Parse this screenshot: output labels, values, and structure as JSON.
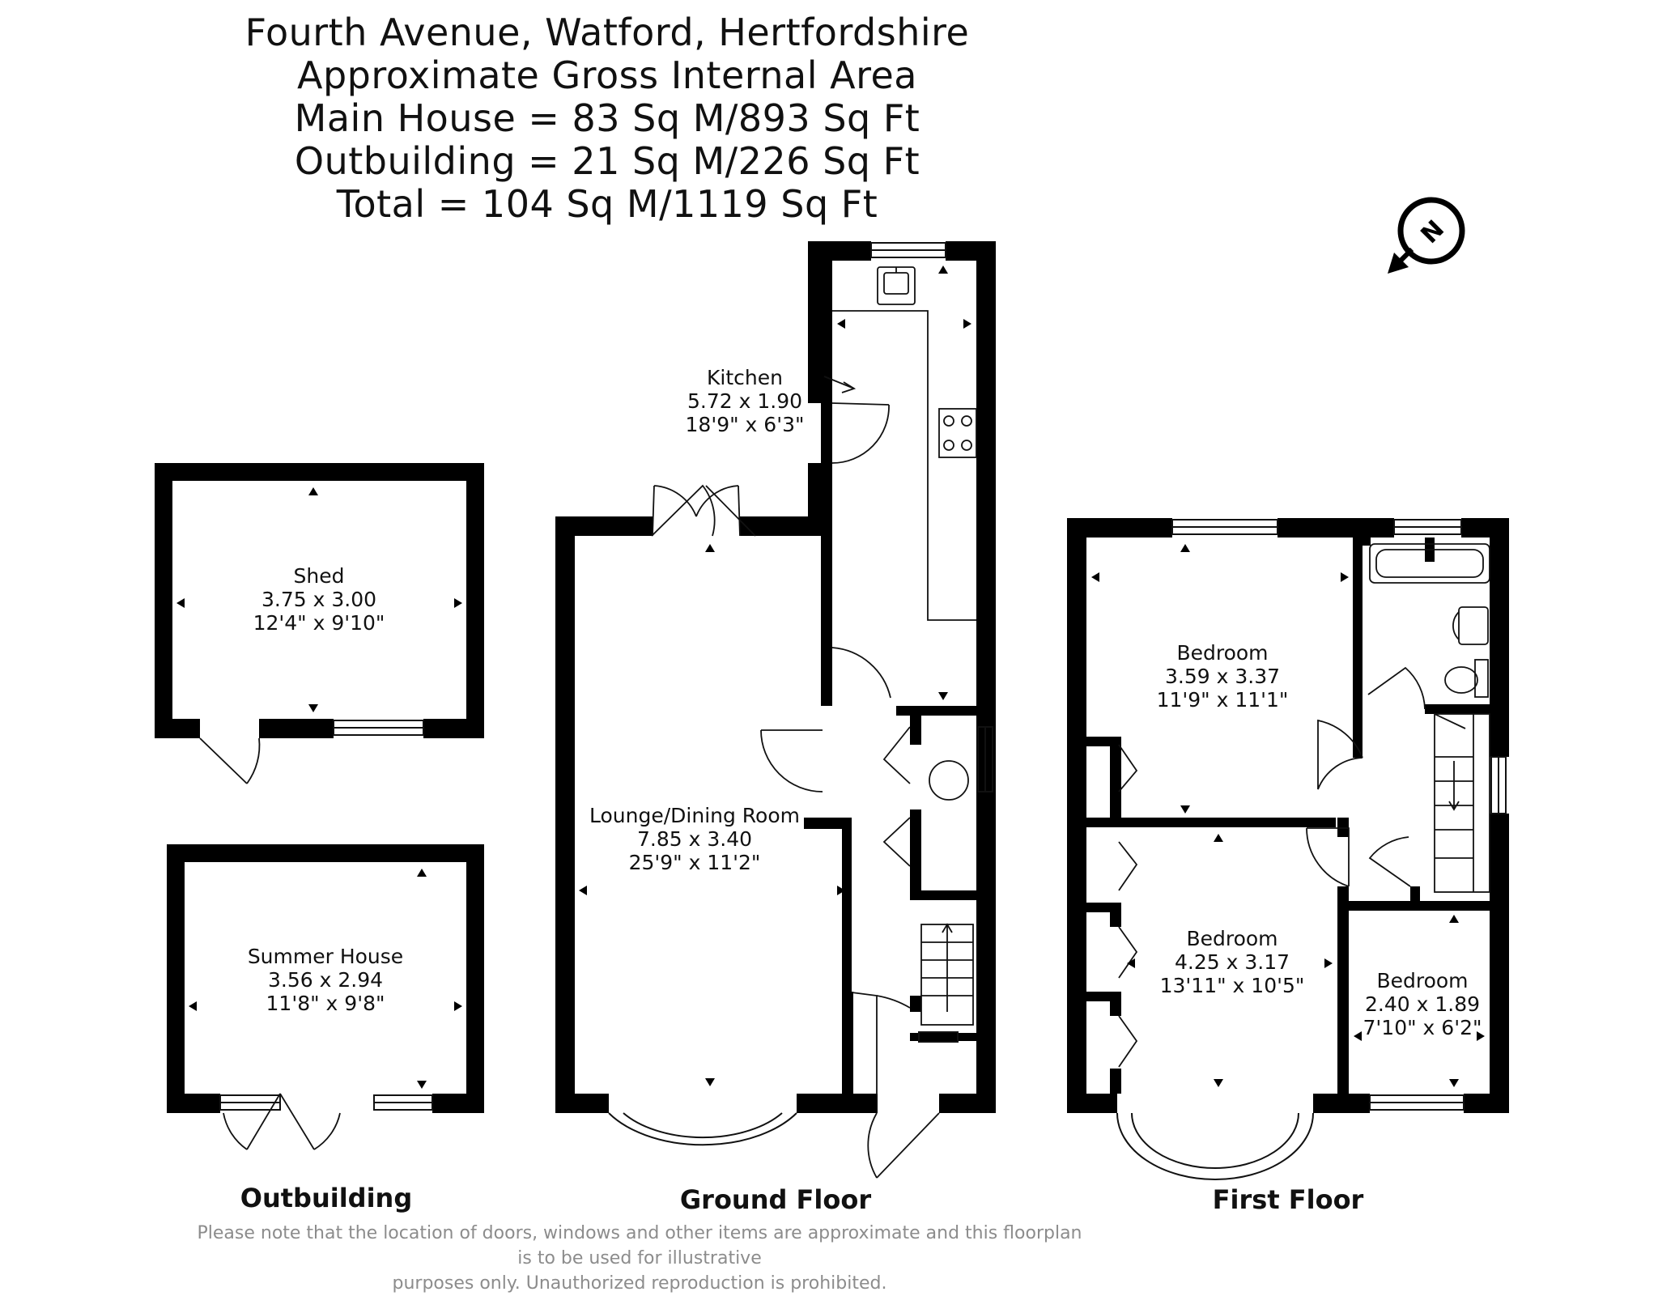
{
  "header": {
    "address": "Fourth Avenue, Watford, Hertfordshire",
    "area_heading": "Approximate Gross Internal Area",
    "main_house": "Main House = 83 Sq M/893 Sq Ft",
    "outbuilding": "Outbuilding = 21 Sq M/226 Sq Ft",
    "total": "Total = 104 Sq M/1119 Sq Ft"
  },
  "compass": {
    "icon": "north-arrow-icon",
    "label": "N"
  },
  "floors": {
    "outbuilding": {
      "label": "Outbuilding",
      "rooms": [
        {
          "name": "Shed",
          "metric": "3.75 x 3.00",
          "imperial": "12'4\" x 9'10\""
        },
        {
          "name": "Summer House",
          "metric": "3.56 x 2.94",
          "imperial": "11'8\" x 9'8\""
        }
      ]
    },
    "ground": {
      "label": "Ground Floor",
      "rooms": [
        {
          "name": "Kitchen",
          "metric": "5.72 x 1.90",
          "imperial": "18'9\" x 6'3\""
        },
        {
          "name": "Lounge/Dining Room",
          "metric": "7.85 x 3.40",
          "imperial": "25'9\" x 11'2\""
        }
      ]
    },
    "first": {
      "label": "First Floor",
      "rooms": [
        {
          "name": "Bedroom",
          "metric": "3.59 x 3.37",
          "imperial": "11'9\" x 11'1\""
        },
        {
          "name": "Bedroom",
          "metric": "4.25 x 3.17",
          "imperial": "13'11\" x 10'5\""
        },
        {
          "name": "Bedroom",
          "metric": "2.40 x 1.89",
          "imperial": "7'10\" x 6'2\""
        }
      ]
    }
  },
  "disclaimer": {
    "line1": "Please note that the location of doors, windows and other items are approximate and this floorplan is to be used for illustrative",
    "line2": "purposes only. Unauthorized reproduction is prohibited."
  }
}
